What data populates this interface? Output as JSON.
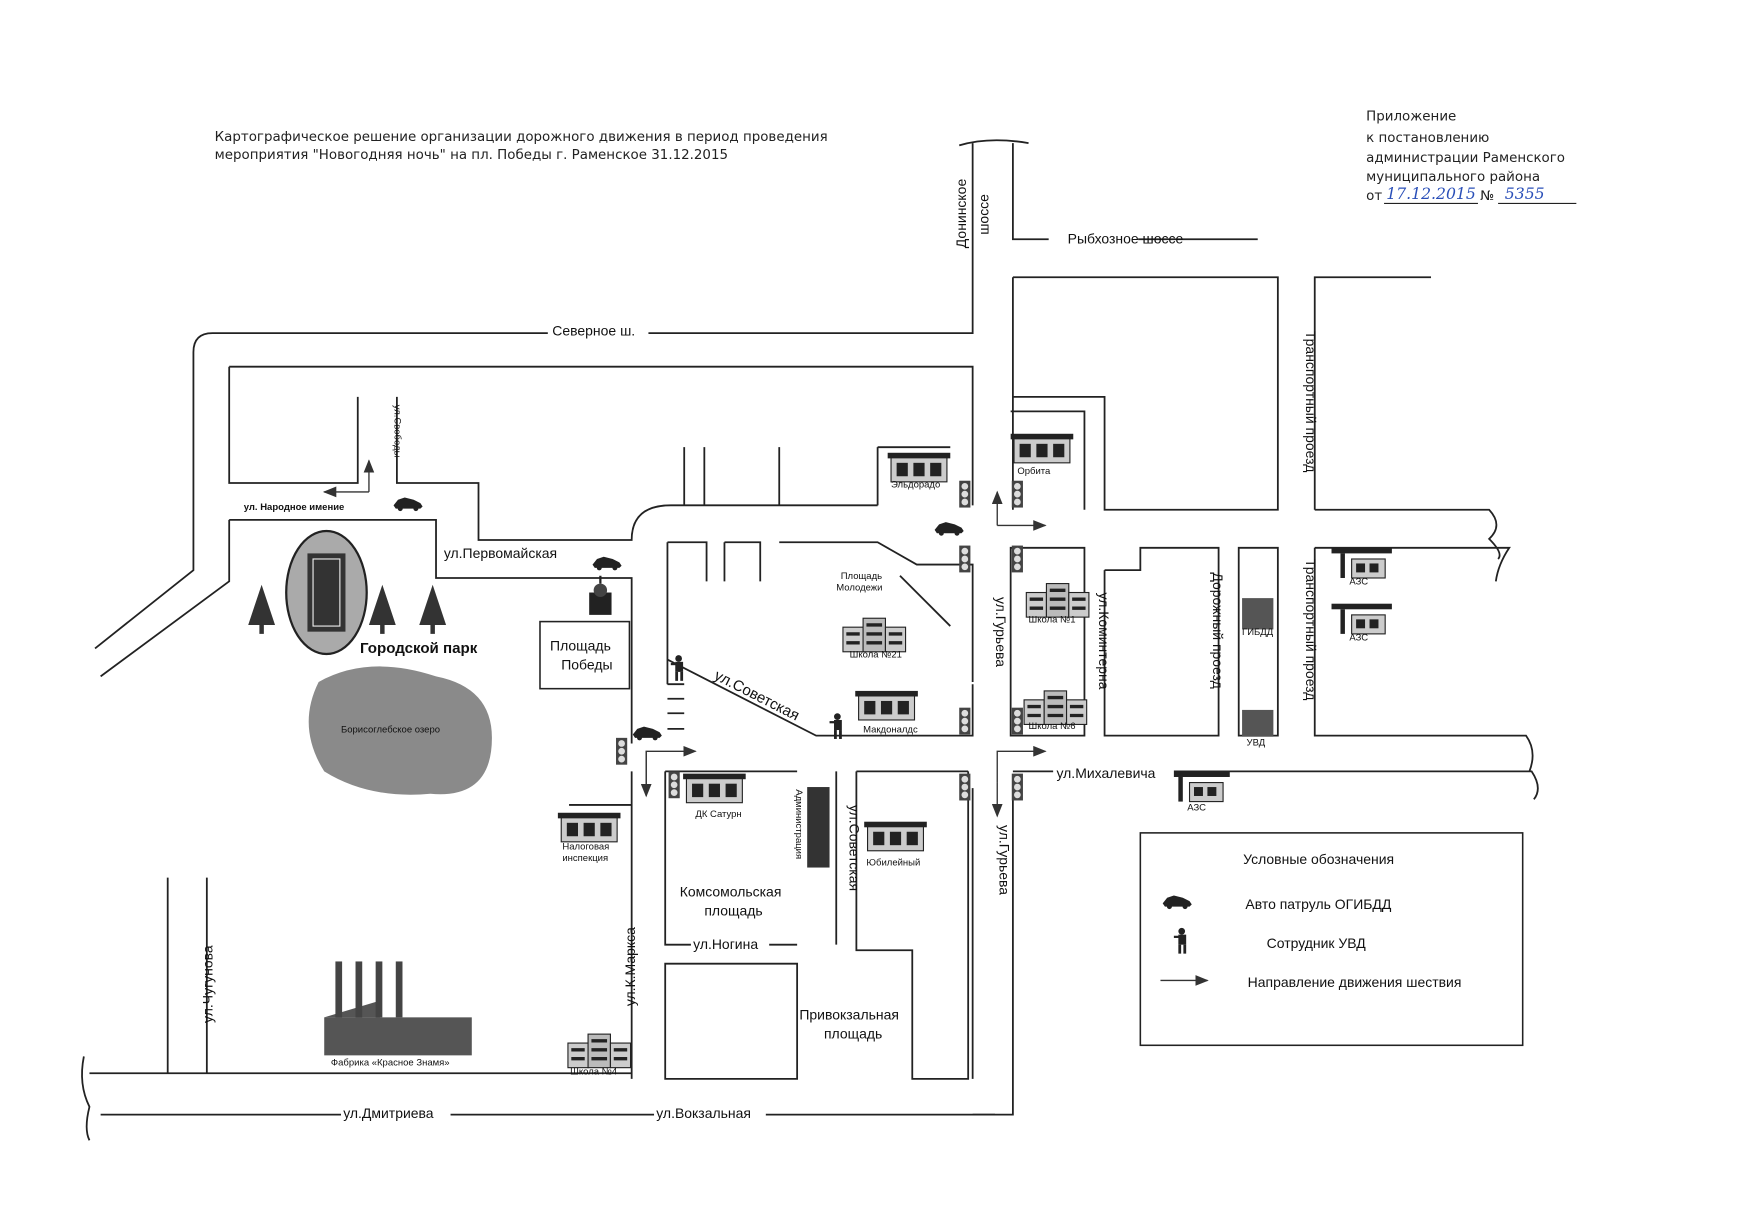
{
  "header": {
    "title_line1": "Картографическое решение организации дорожного движения в период проведения",
    "title_line2": "мероприятия \"Новогодняя ночь\" на пл. Победы г. Раменское 31.12.2015",
    "appendix_line1": "Приложение",
    "appendix_line2": "к постановлению",
    "appendix_line3": "администрации Раменского",
    "appendix_line4": "муниципального района",
    "appendix_from": "от",
    "appendix_date": "17.12.2015",
    "appendix_no_label": "№",
    "appendix_no": "5355"
  },
  "streets": {
    "doninskoe": "Донинское",
    "doninskoe2": "шоссе",
    "rybkhoznoe": "Рыбхозное шоссе",
    "severnoe": "Северное ш.",
    "svobody": "ул.Свободы",
    "narodnoe": "ул. Народное имение",
    "pervomayskaya": "ул.Первомайская",
    "sovetskaya": "ул.Советская",
    "sovetskaya2": "ул.Советская",
    "guryeva": "ул.Гурьева",
    "guryeva2": "ул.Гурьева",
    "kominterna": "ул.Коминтерна",
    "dorozhny": "Дорожный проезд",
    "transport1": "Транспортный проезд",
    "transport2": "Транспортный проезд",
    "mikhalevicha": "ул.Михалевича",
    "kmarksa": "ул.К.Маркса",
    "nogina": "ул.Ногина",
    "chugunova": "ул.Чугунова",
    "dmitrieva": "ул.Дмитриева",
    "vokzalnaya": "ул.Вокзальная"
  },
  "places": {
    "ploshchad_pobedy_1": "Площадь",
    "ploshchad_pobedy_2": "Победы",
    "ploshchad_molodezhi_1": "Площадь",
    "ploshchad_molodezhi_2": "Молодежи",
    "komsomolskaya_1": "Комсомольская",
    "komsomolskaya_2": "площадь",
    "privokzalnaya_1": "Привокзальная",
    "privokzalnaya_2": "площадь",
    "park": "Городской парк",
    "lake": "Борисоглебское озеро"
  },
  "buildings": {
    "eldorado": "Эльдорадо",
    "orbita": "Орбита",
    "school1": "Школа №1",
    "school21": "Школа №21",
    "school6": "Школа №6",
    "school4": "Школа №4",
    "mcdonalds": "Макдоналдс",
    "gibdd": "ГИБДД",
    "uvd": "УВД",
    "azs1": "АЗС",
    "azs2": "АЗС",
    "azs3": "АЗС",
    "ds_saturn": "ДК Сатурн",
    "administration": "Администрация",
    "yubileyny": "Юбилейный",
    "tax_1": "Налоговая",
    "tax_2": "инспекция",
    "factory": "Фабрика «Красное Знамя»"
  },
  "legend": {
    "title": "Условные обозначения",
    "items": [
      {
        "icon": "police-car-icon",
        "label": "Авто патруль ОГИБДД"
      },
      {
        "icon": "police-officer-icon",
        "label": "Сотрудник УВД"
      },
      {
        "icon": "arrow-right-icon",
        "label": "Направление движения шествия"
      }
    ]
  }
}
